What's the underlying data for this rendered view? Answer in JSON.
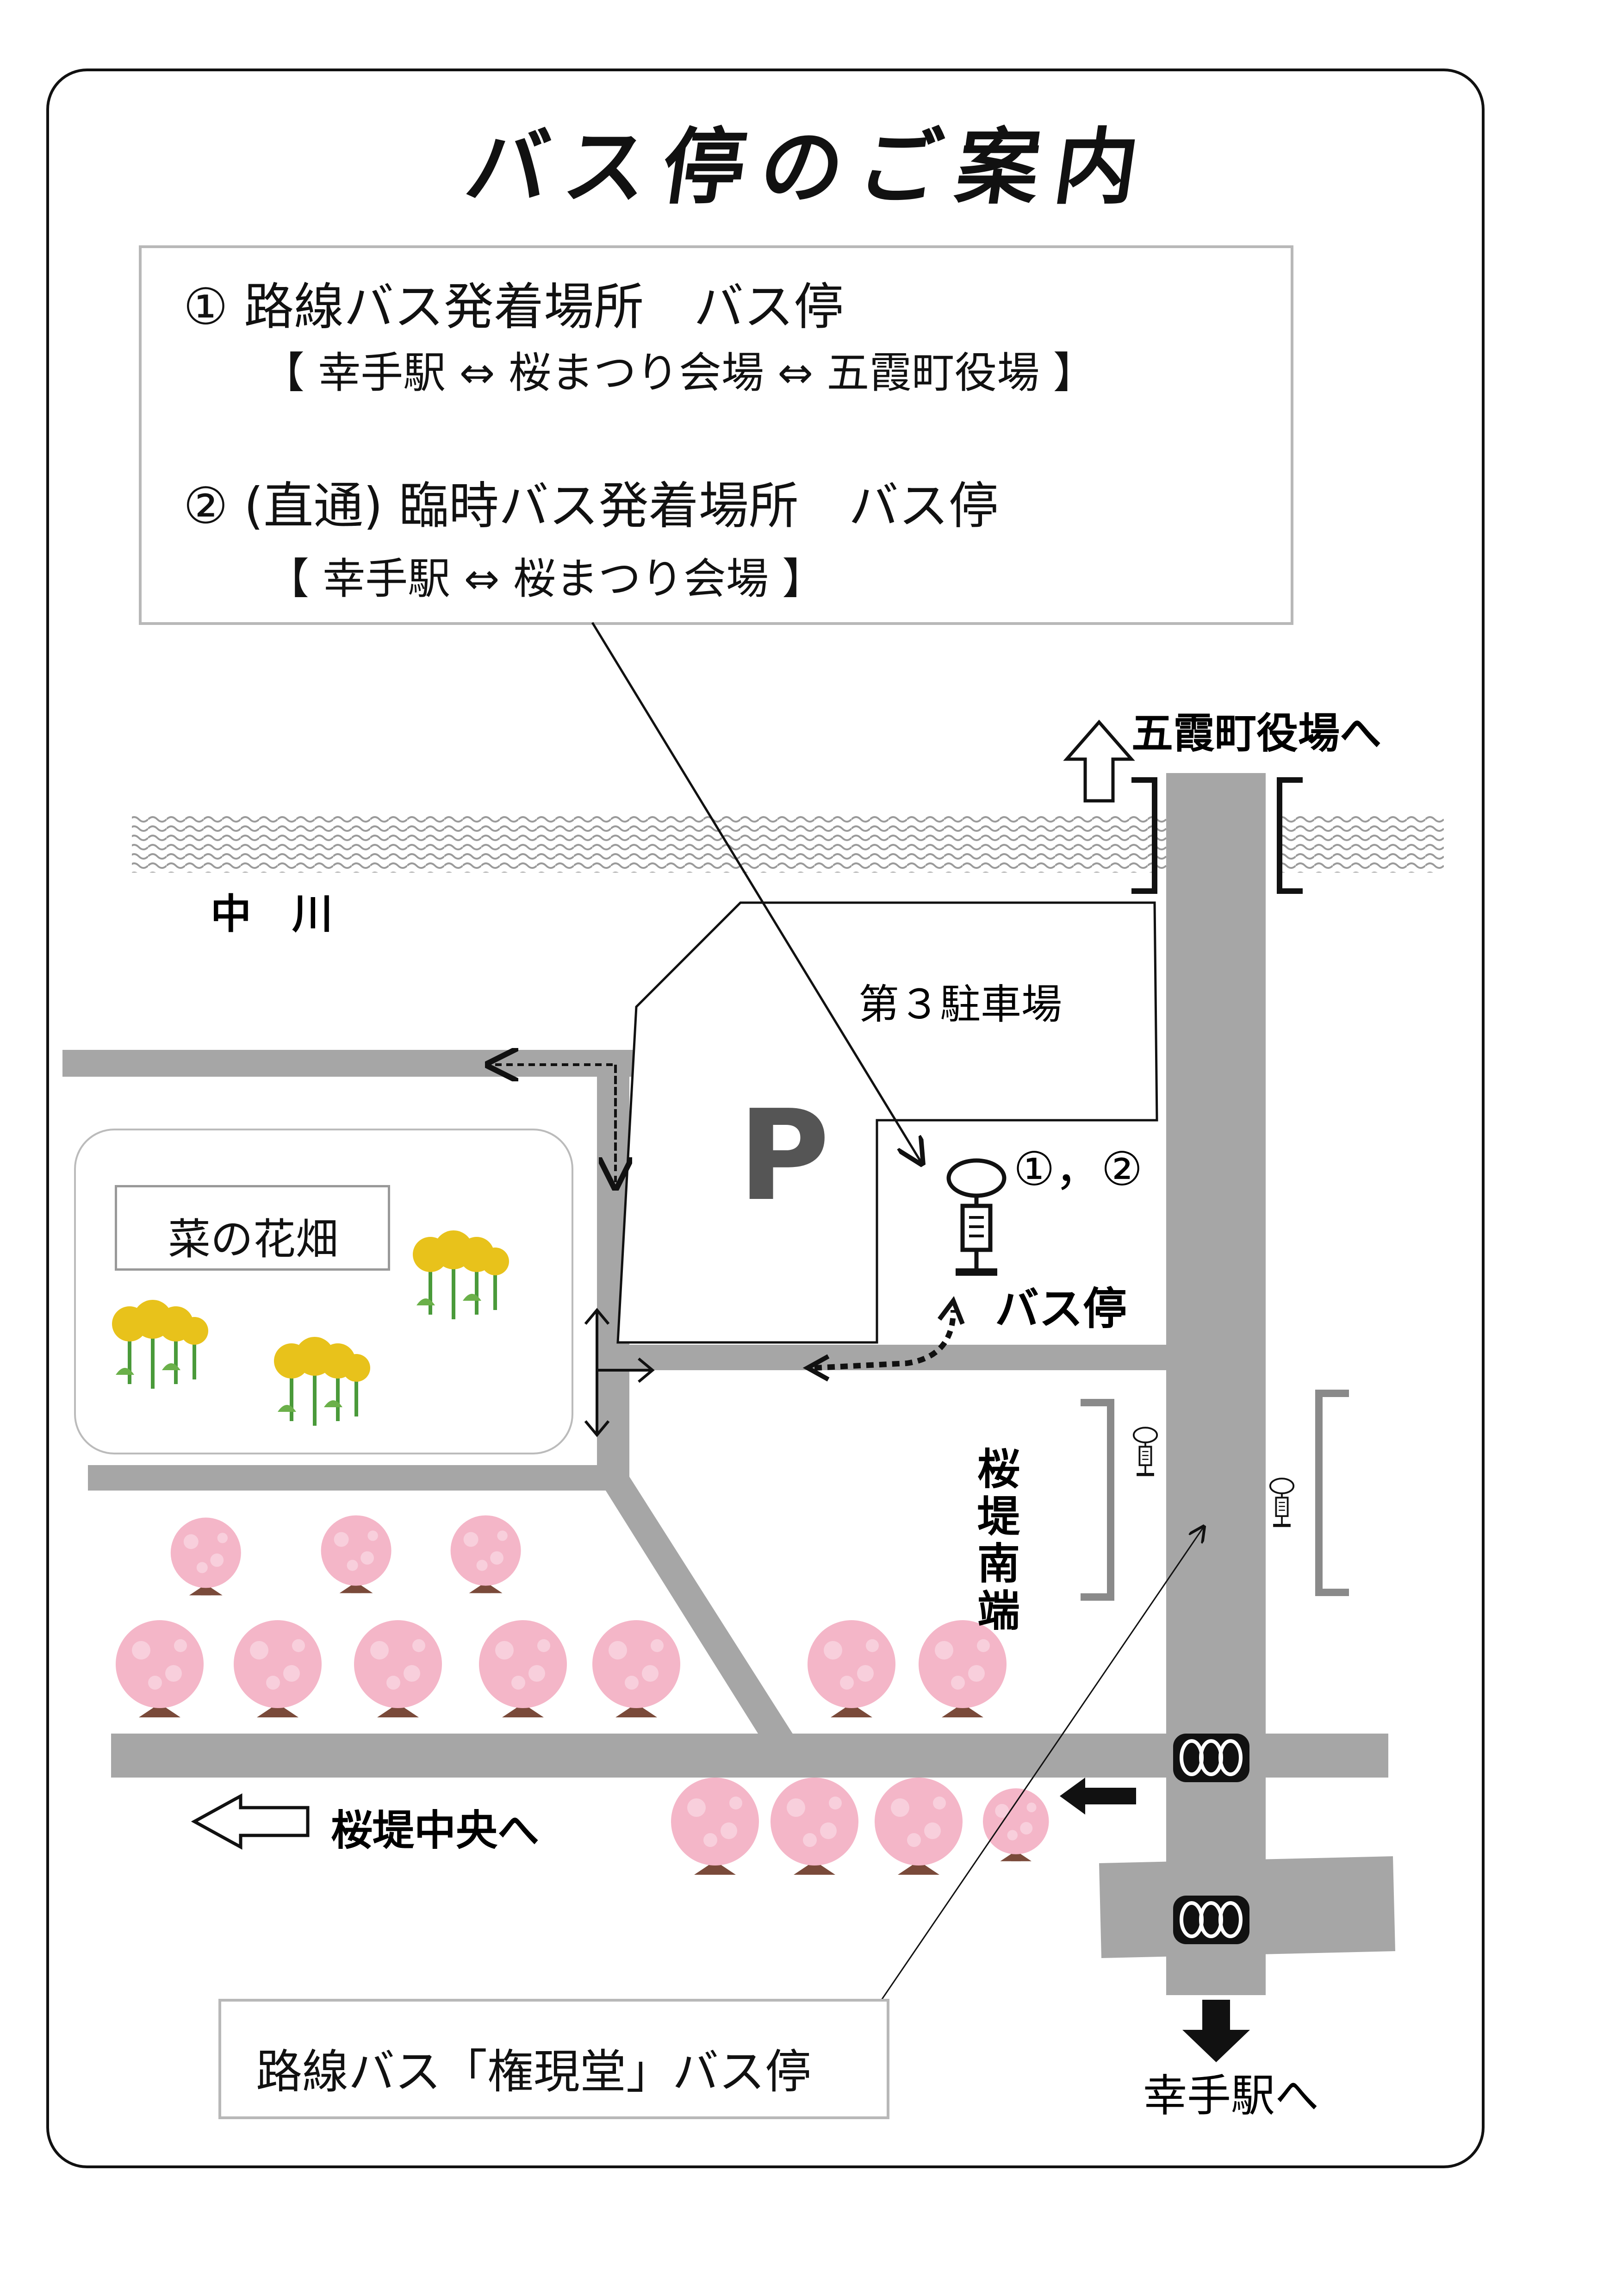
{
  "title": "バス停のご案内",
  "info": {
    "line1": "① 路線バス発着場所　バス停",
    "line2": "【 幸手駅 ⇔ 桜まつり会場 ⇔ 五霞町役場 】",
    "line3": "② (直通) 臨時バス発着場所　バス停",
    "line4": "【 幸手駅 ⇔ 桜まつり会場 】"
  },
  "map": {
    "to_goka": "五霞町役場へ",
    "river": "中　川",
    "parking_name": "第３駐車場",
    "parking_symbol": "P",
    "stop_numbers": "①，②",
    "bus_stop": "バス停",
    "nanohana": "菜の花畑",
    "sakura_south": "桜堤南端",
    "to_sakura_center": "桜堤中央へ",
    "route_stop": "路線バス「権現堂」バス停",
    "to_satte": "幸手駅へ"
  },
  "colors": {
    "road": "#a6a6a6",
    "sakura": "#f4b6c8",
    "nanohana": "#e8c21b",
    "river": "#c8c8c8"
  }
}
